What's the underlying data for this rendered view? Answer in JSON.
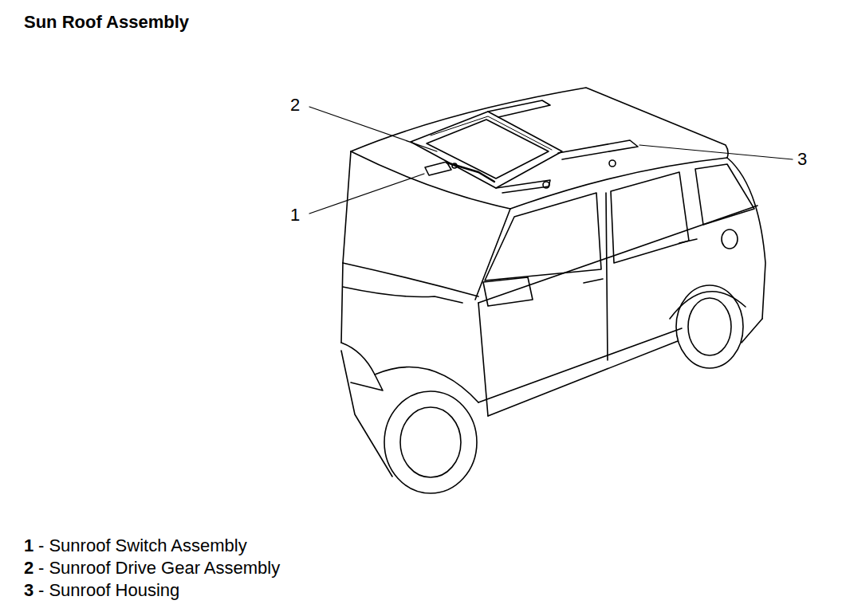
{
  "diagram": {
    "title": "Sun Roof Assembly",
    "labels": [
      "2",
      "1",
      "3",
      "1",
      "- Sunroof Switch Assembly",
      "2",
      "- Sunroof Drive Gear Assembly",
      "3",
      "- Sunroof Housing"
    ]
  }
}
